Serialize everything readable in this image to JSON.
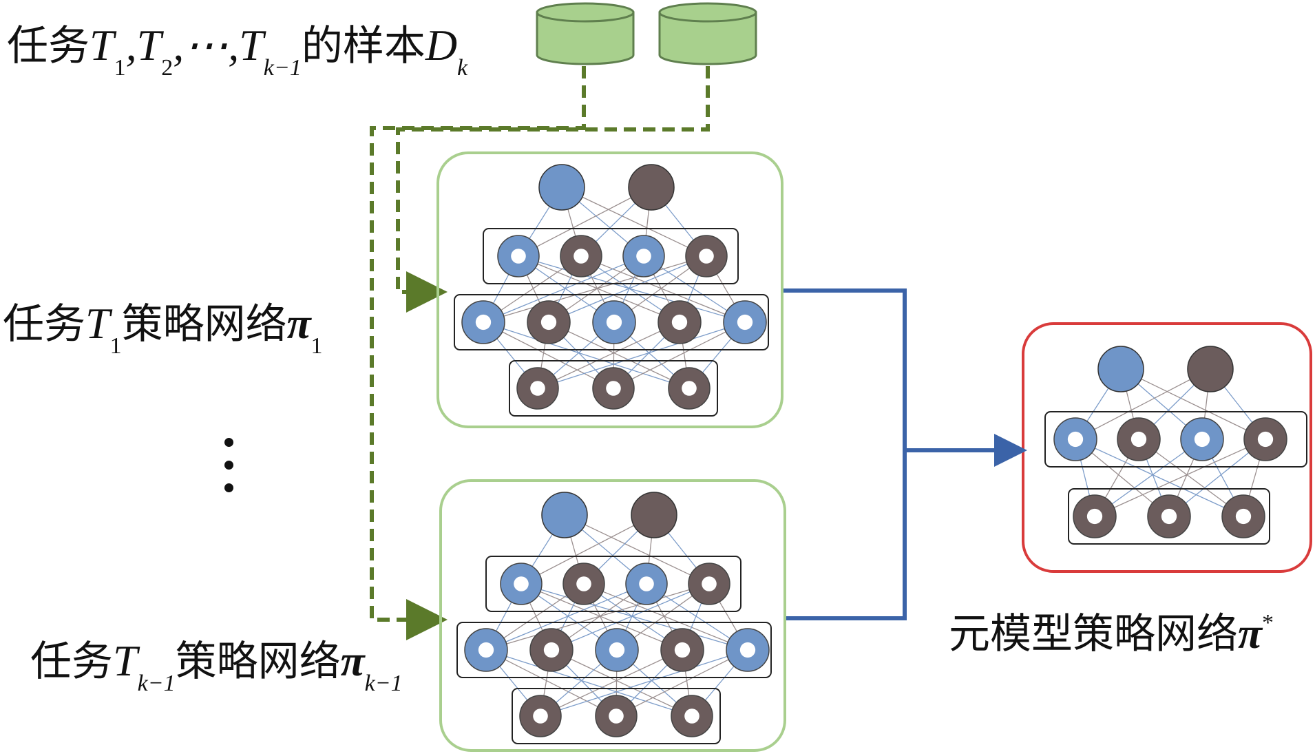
{
  "labels": {
    "samples": {
      "prefix": "任务",
      "t": "T",
      "sub1": "1",
      "sep1": ",",
      "sub2": "2",
      "ellipsis": ",⋯,",
      "subk1": "k−1",
      "mid": "的样本",
      "d": "D",
      "subk": "k"
    },
    "task1": {
      "prefix": "任务",
      "t": "T",
      "sub": "1",
      "mid": "策略网络",
      "pi": "π",
      "pisub": "1"
    },
    "taskk1": {
      "prefix": "任务",
      "t": "T",
      "sub": "k−1",
      "mid": "策略网络",
      "pi": "π",
      "pisub": "k−1"
    },
    "meta": {
      "text": "元模型策略网络",
      "pi": "π",
      "sup": "*"
    }
  },
  "colors": {
    "blue_node": "#6f95c8",
    "gray_node": "#6b5c5c",
    "green_border": "#a9cf8e",
    "red_border": "#d93b3b",
    "dashed_arrow": "#5b7a2a",
    "blue_arrow": "#3b63a8",
    "cylinder_fill": "#a8d08d",
    "cylinder_stroke": "#5f7f4e"
  }
}
